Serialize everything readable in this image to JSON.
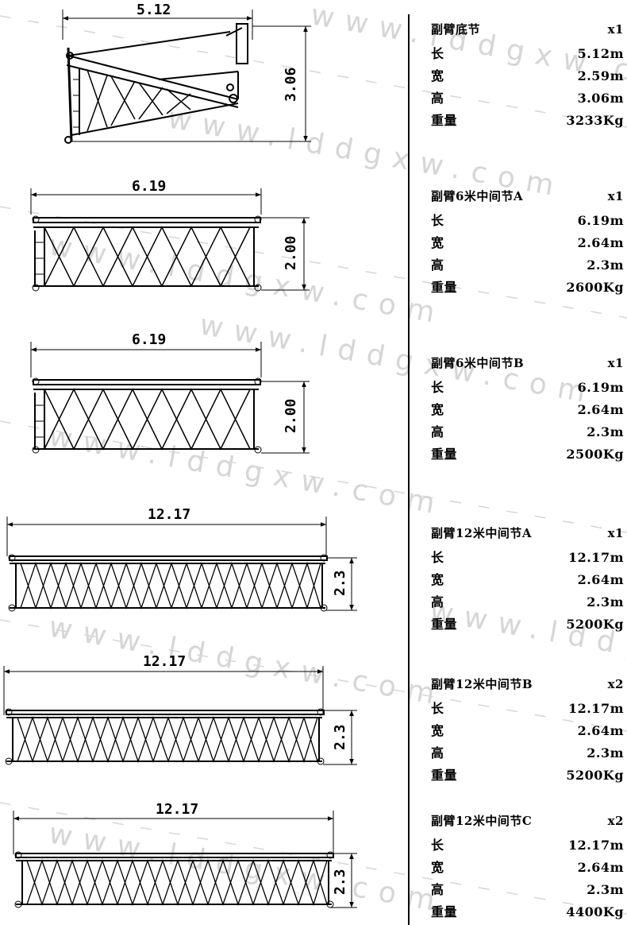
{
  "watermark": "www.lddgxw.com",
  "sections": [
    {
      "dimension": {
        "length": "5.12",
        "height": "3.06"
      },
      "spec": {
        "name": "副臂底节",
        "qty": "x1",
        "rows": [
          {
            "label": "长",
            "value": "5.12m"
          },
          {
            "label": "宽",
            "value": "2.59m"
          },
          {
            "label": "高",
            "value": "3.06m"
          },
          {
            "label": "重量",
            "value": "3233Kg"
          }
        ]
      }
    },
    {
      "dimension": {
        "length": "6.19",
        "height": "2.00"
      },
      "spec": {
        "name": "副臂6米中间节A",
        "qty": "x1",
        "rows": [
          {
            "label": "长",
            "value": "6.19m"
          },
          {
            "label": "宽",
            "value": "2.64m"
          },
          {
            "label": "高",
            "value": "2.3m"
          },
          {
            "label": "重量",
            "value": "2600Kg"
          }
        ]
      }
    },
    {
      "dimension": {
        "length": "6.19",
        "height": "2.00"
      },
      "spec": {
        "name": "副臂6米中间节B",
        "qty": "x1",
        "rows": [
          {
            "label": "长",
            "value": "6.19m"
          },
          {
            "label": "宽",
            "value": "2.64m"
          },
          {
            "label": "高",
            "value": "2.3m"
          },
          {
            "label": "重量",
            "value": "2500Kg"
          }
        ]
      }
    },
    {
      "dimension": {
        "length": "12.17",
        "height": "2.3"
      },
      "spec": {
        "name": "副臂12米中间节A",
        "qty": "x1",
        "rows": [
          {
            "label": "长",
            "value": "12.17m"
          },
          {
            "label": "宽",
            "value": "2.64m"
          },
          {
            "label": "高",
            "value": "2.3m"
          },
          {
            "label": "重量",
            "value": "5200Kg"
          }
        ]
      }
    },
    {
      "dimension": {
        "length": "12.17",
        "height": "2.3"
      },
      "spec": {
        "name": "副臂12米中间节B",
        "qty": "x2",
        "rows": [
          {
            "label": "长",
            "value": "12.17m"
          },
          {
            "label": "宽",
            "value": "2.64m"
          },
          {
            "label": "高",
            "value": "2.3m"
          },
          {
            "label": "重量",
            "value": "5200Kg"
          }
        ]
      }
    },
    {
      "dimension": {
        "length": "12.17",
        "height": "2.3"
      },
      "spec": {
        "name": "副臂12米中间节C",
        "qty": "x2",
        "rows": [
          {
            "label": "长",
            "value": "12.17m"
          },
          {
            "label": "宽",
            "value": "2.64m"
          },
          {
            "label": "高",
            "value": "2.3m"
          },
          {
            "label": "重量",
            "value": "4400Kg"
          }
        ]
      }
    }
  ]
}
